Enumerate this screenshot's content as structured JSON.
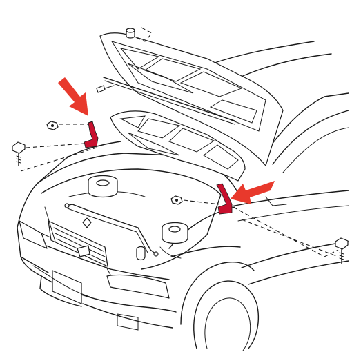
{
  "diagram": {
    "subject": "",
    "parts": [
      {
        "name": "hood"
      },
      {
        "name": "hood-insulator"
      },
      {
        "name": "hood-hinge-left"
      },
      {
        "name": "hood-hinge-right"
      },
      {
        "name": "hinge-bolt-left"
      },
      {
        "name": "hinge-bolt-right"
      },
      {
        "name": "hinge-nut-left"
      },
      {
        "name": "hinge-nut-right"
      },
      {
        "name": "hood-stay-rod"
      },
      {
        "name": "hood-latch"
      },
      {
        "name": "hood-cushion"
      }
    ]
  },
  "colors": {
    "line": "#1a1a1a",
    "highlight": "#c8102e",
    "arrow": "#e8392c",
    "background": "#ffffff"
  }
}
